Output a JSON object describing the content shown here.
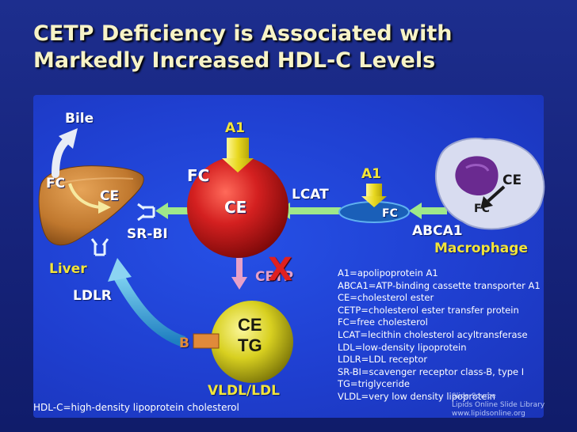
{
  "title_line1": "CETP Deficiency is Associated with",
  "title_line2": "Markedly Increased HDL-C Levels",
  "labels": {
    "bile": "Bile",
    "a1_top": "A1",
    "fc_left": "FC",
    "ce_liver": "CE",
    "fc_center": "FC",
    "ce_center": "CE",
    "lcat": "LCAT",
    "a1_right": "A1",
    "fc_small": "FC",
    "ce_macrophage": "CE",
    "fc_macrophage": "FC",
    "sr_bi": "SR-BI",
    "abca1": "ABCA1",
    "macrophage": "Macrophage",
    "liver": "Liver",
    "ldlr": "LDLR",
    "cetp": "CETP",
    "cetp_block": "X",
    "vldl_ce": "CE",
    "vldl_tg": "TG",
    "b": "B",
    "vldl_ldl": "VLDL/LDL"
  },
  "legend": [
    "A1=apolipoprotein A1",
    "ABCA1=ATP-binding cassette transporter A1",
    "CE=cholesterol ester",
    "CETP=cholesterol ester transfer protein",
    "FC=free cholesterol",
    "LCAT=lecithin cholesterol acyltransferase",
    "LDL=low-density lipoprotein",
    "LDLR=LDL receptor",
    "SR-BI=scavenger receptor class-B, type I",
    "TG=triglyceride",
    "VLDL=very low density lipoprotein"
  ],
  "footnote": "HDL-C=high-density lipoprotein cholesterol",
  "source": {
    "heading": "Slide Source",
    "line1": "Lipids Online Slide Library",
    "line2": "www.lipidsonline.org"
  },
  "colors": {
    "background": "#1a2a85",
    "panel": "#2148d8",
    "title": "#f7f3c7",
    "hdl_sphere": "#c81818",
    "vldl_sphere": "#d8d020",
    "arrow_green": "#9fe88a",
    "arrow_lightblue": "#bfe6f5",
    "label_yellow": "#f2e43a",
    "cetp_x": "#e02020"
  },
  "icons": [
    "liver-icon",
    "macrophage-icon",
    "receptor-icon",
    "arrow-icon"
  ]
}
